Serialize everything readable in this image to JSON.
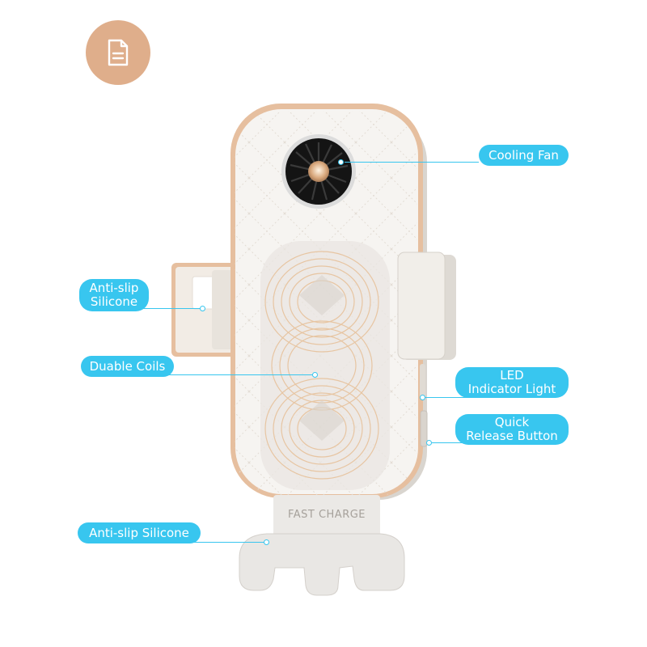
{
  "badge": {
    "icon": "document-icon",
    "color": "#dfae8b"
  },
  "product": {
    "base_text": "FAST CHARGE"
  },
  "callouts": {
    "cooling_fan": "Cooling Fan",
    "anti_slip_side_line1": "Anti-slip",
    "anti_slip_side_line2": "Silicone",
    "coils": "Duable Coils",
    "led_line1": "LED",
    "led_line2": "Indicator Light",
    "release_line1": "Quick",
    "release_line2": "Release Button",
    "anti_slip_bottom": "Anti-slip Silicone"
  },
  "colors": {
    "callout": "#38c6ef",
    "trim": "#e6bf9f"
  }
}
